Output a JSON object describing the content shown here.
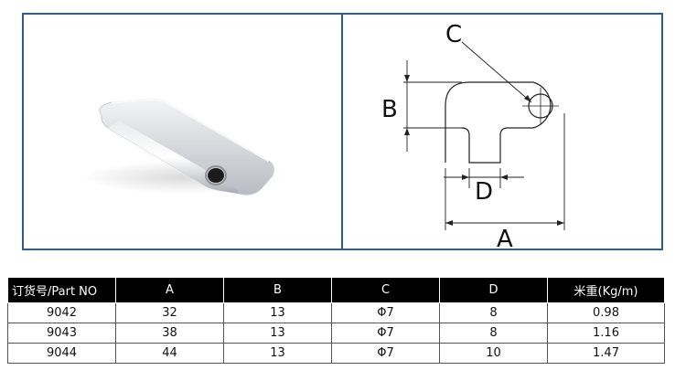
{
  "diagram": {
    "labels": {
      "a": "A",
      "b": "B",
      "c": "C",
      "d": "D"
    }
  },
  "table": {
    "headers": [
      "订货号/Part NO",
      "A",
      "B",
      "C",
      "D",
      "米重(Kg/m)"
    ],
    "rows": [
      [
        "9042",
        "32",
        "13",
        "Φ7",
        "8",
        "0.98"
      ],
      [
        "9043",
        "38",
        "13",
        "Φ7",
        "8",
        "1.16"
      ],
      [
        "9044",
        "44",
        "13",
        "Φ7",
        "10",
        "1.47"
      ]
    ]
  },
  "colors": {
    "panel_border": "#2d5f86",
    "header_bg": "#000000"
  }
}
